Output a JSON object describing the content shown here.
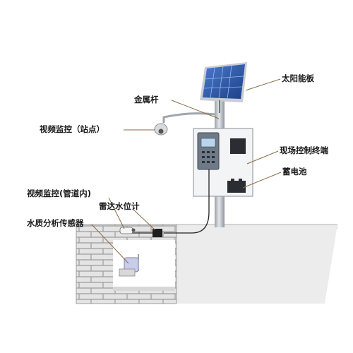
{
  "labels": {
    "solar_panel": "太阳能板",
    "metal_pole": "金属杆",
    "video_station": "视频监控（站点）",
    "field_controller": "现场控制终端",
    "battery": "蓄电池",
    "video_pipe": "视频监控(管道内)",
    "radar_level": "雷达水位计",
    "water_quality": "水质分析传感器"
  },
  "colors": {
    "pole": "#b8bec4",
    "panel": "#2f5fb3",
    "brick_fill": "#e2e2e2",
    "brick_line": "#9a9a9a",
    "leader": "#8a6a4a",
    "cable": "#222222"
  }
}
